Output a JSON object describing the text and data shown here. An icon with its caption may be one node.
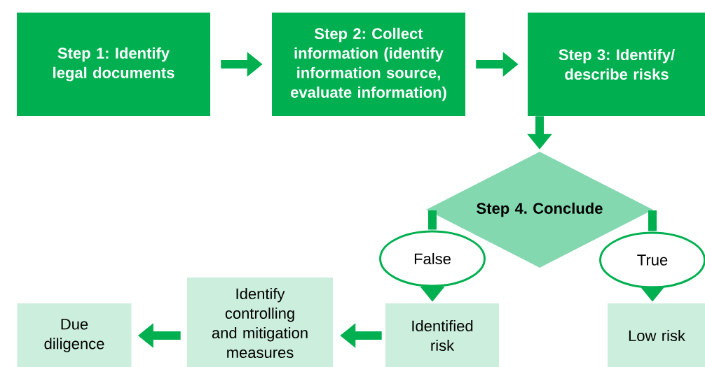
{
  "diagram": {
    "nodes": [
      {
        "text": [
          "Step 1: Identify legal documents"
        ]
      },
      {
        "text": [
          "Step 2: Collect information (identify information source, evaluate information)"
        ]
      },
      {
        "text": [
          "Step 3: Identify/ describe risks"
        ]
      },
      {
        "text": [
          "Step 4. Conclude"
        ]
      },
      {
        "text": [
          "False"
        ]
      },
      {
        "text": [
          "True"
        ]
      },
      {
        "text": [
          "Identified risk"
        ]
      },
      {
        "text": [
          "Low risk"
        ]
      },
      {
        "text": [
          "Identify controlling and mitigation measures"
        ]
      },
      {
        "text": [
          "Due diligence"
        ]
      }
    ],
    "edges": [
      {
        "from": 0,
        "to": 1,
        "arrow": "to"
      },
      {
        "from": 1,
        "to": 2,
        "arrow": "to"
      },
      {
        "from": 2,
        "to": 3,
        "arrow": "to"
      },
      {
        "from": 3,
        "to": 4,
        "arrow": "none"
      },
      {
        "from": 3,
        "to": 5,
        "arrow": "none"
      },
      {
        "from": 4,
        "to": 6,
        "arrow": "to"
      },
      {
        "from": 5,
        "to": 7,
        "arrow": "to"
      },
      {
        "from": 6,
        "to": 8,
        "arrow": "to"
      },
      {
        "from": 8,
        "to": 9,
        "arrow": "to"
      }
    ]
  }
}
